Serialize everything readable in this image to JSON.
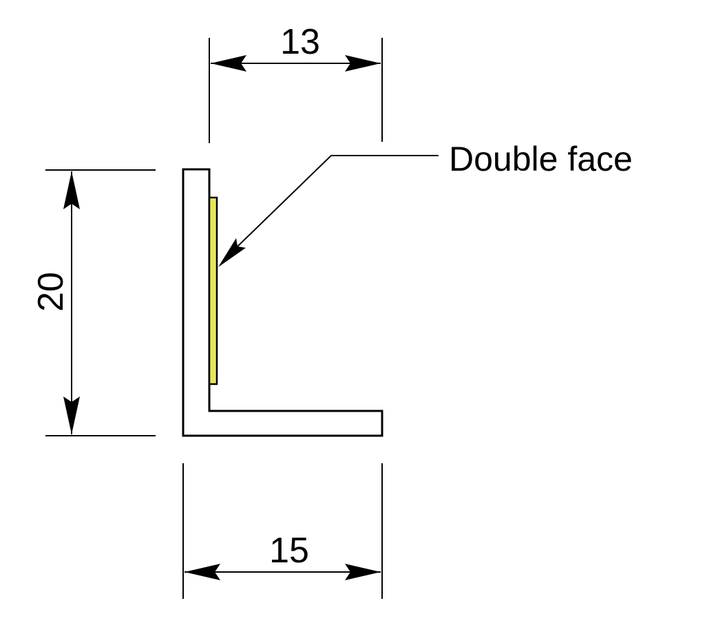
{
  "dimensions": {
    "top_width": "13",
    "height": "20",
    "bottom_width": "15"
  },
  "callout": {
    "label": "Double face"
  },
  "colors": {
    "line": "#000000",
    "profile_fill": "#ffffff",
    "tape_fill": "#e6e65a"
  }
}
